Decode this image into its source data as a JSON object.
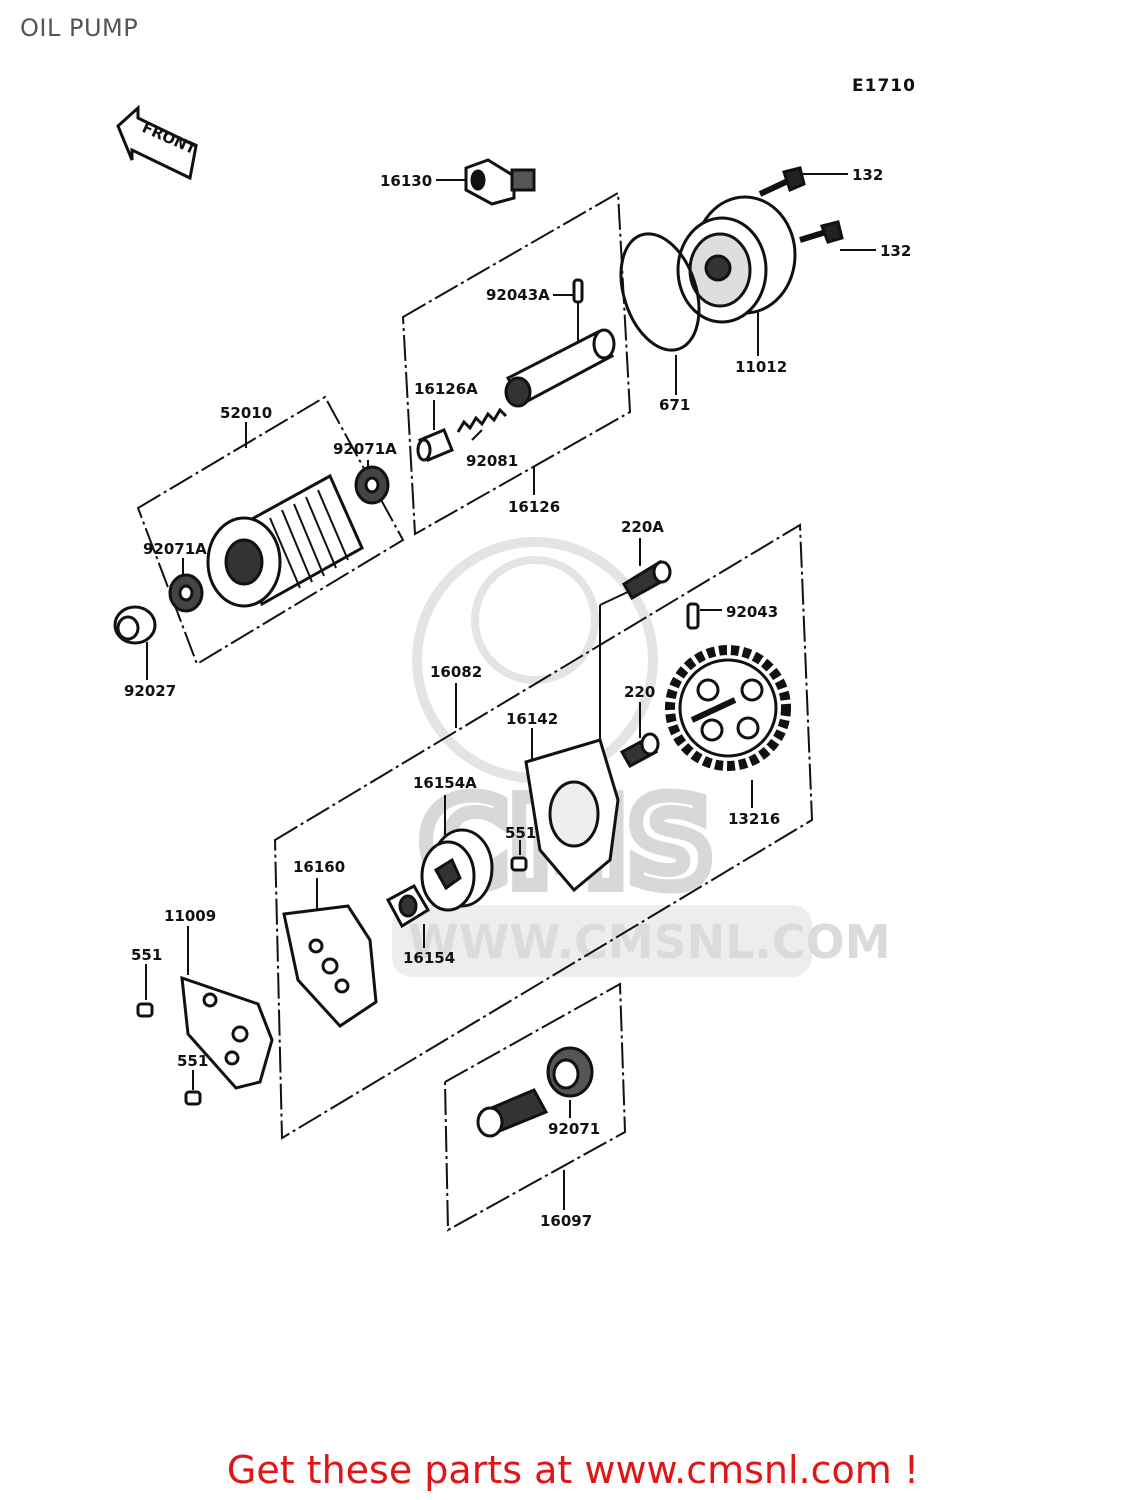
{
  "header": {
    "title": "OIL PUMP",
    "figure_code": "E1710"
  },
  "diagram": {
    "front_arrow_label": "FRONT",
    "parts": {
      "p16130": "16130",
      "p132_a": "132",
      "p132_b": "132",
      "p92043A": "92043A",
      "p16126A": "16126A",
      "p92081": "92081",
      "p16126": "16126",
      "p671": "671",
      "p11012": "11012",
      "p52010": "52010",
      "p92071A_a": "92071A",
      "p92071A_b": "92071A",
      "p92027": "92027",
      "p220A": "220A",
      "p92043": "92043",
      "p16082": "16082",
      "p220": "220",
      "p16142": "16142",
      "p13216": "13216",
      "p16154A": "16154A",
      "p551_a": "551",
      "p16160": "16160",
      "p11009": "11009",
      "p551_b": "551",
      "p16154": "16154",
      "p551_c": "551",
      "p92071": "92071",
      "p16097": "16097"
    }
  },
  "watermark": {
    "brand": "CMS",
    "url": "WWW.CMSNL.COM"
  },
  "footer": {
    "text": "Get these parts at www.cmsnl.com !"
  }
}
